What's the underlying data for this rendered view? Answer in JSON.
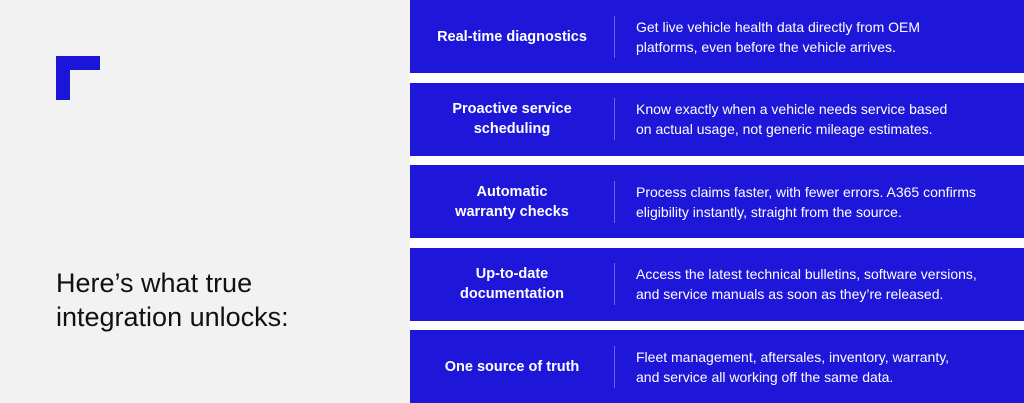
{
  "headline": {
    "line1": "Here’s what true",
    "line2": "integration unlocks:"
  },
  "colors": {
    "accent": "#1e16d9",
    "logo": "#1a15d8",
    "left_bg": "#f2f2f2"
  },
  "features": [
    {
      "title_lines": [
        "Real-time diagnostics"
      ],
      "desc_lines": [
        "Get live vehicle health data directly from OEM",
        "platforms, even before the vehicle arrives."
      ]
    },
    {
      "title_lines": [
        "Proactive service",
        "scheduling"
      ],
      "desc_lines": [
        "Know exactly when a vehicle needs service based",
        "on actual usage, not generic mileage estimates."
      ]
    },
    {
      "title_lines": [
        "Automatic",
        "warranty checks"
      ],
      "desc_lines": [
        "Process claims faster, with fewer errors. A365 confirms",
        "eligibility instantly, straight from the source."
      ]
    },
    {
      "title_lines": [
        "Up-to-date",
        "documentation"
      ],
      "desc_lines": [
        "Access the latest technical bulletins, software versions,",
        "and service manuals as soon as they’re released."
      ]
    },
    {
      "title_lines": [
        "One source of truth"
      ],
      "desc_lines": [
        "Fleet management, aftersales, inventory, warranty,",
        "and service all working off the same data."
      ]
    }
  ]
}
